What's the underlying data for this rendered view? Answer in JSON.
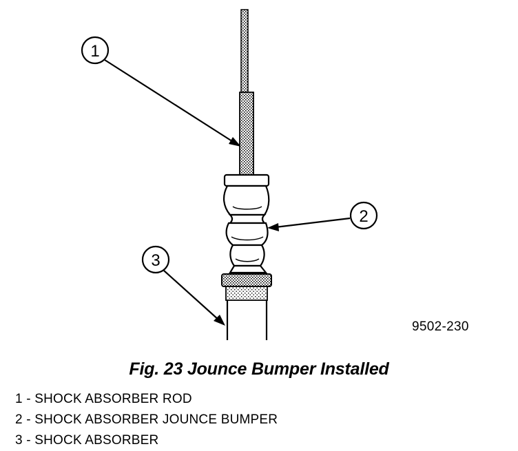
{
  "figure": {
    "caption": "Fig. 23 Jounce Bumper Installed",
    "code": "9502-230"
  },
  "callouts": [
    {
      "number": "1",
      "label": "1 - SHOCK ABSORBER ROD"
    },
    {
      "number": "2",
      "label": "2 - SHOCK ABSORBER JOUNCE BUMPER"
    },
    {
      "number": "3",
      "label": "3 - SHOCK ABSORBER"
    }
  ]
}
